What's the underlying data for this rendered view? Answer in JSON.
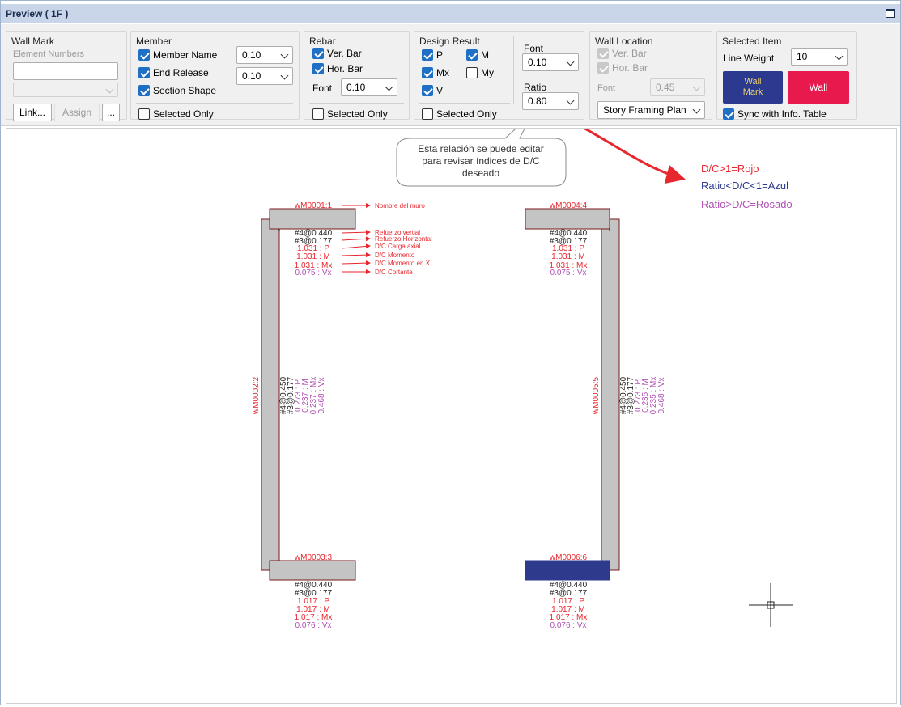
{
  "window": {
    "title": "Preview ( 1F )"
  },
  "wall_mark": {
    "label": "Wall Mark",
    "placeholder": "Element Numbers",
    "link_label": "Link...",
    "assign_label": "Assign",
    "more_label": "..."
  },
  "member": {
    "label": "Member",
    "member_name_label": "Member Name",
    "member_name_value": "0.10",
    "end_release_label": "End Release",
    "end_release_value": "0.10",
    "section_shape_label": "Section Shape",
    "selected_only_label": "Selected Only"
  },
  "rebar": {
    "label": "Rebar",
    "ver_bar_label": "Ver. Bar",
    "hor_bar_label": "Hor. Bar",
    "font_label": "Font",
    "font_value": "0.10",
    "selected_only_label": "Selected Only"
  },
  "design_result": {
    "label": "Design Result",
    "p_label": "P",
    "m_label": "M",
    "mx_label": "Mx",
    "my_label": "My",
    "v_label": "V",
    "font_label": "Font",
    "font_value": "0.10",
    "ratio_label": "Ratio",
    "ratio_value": "0.80",
    "selected_only_label": "Selected Only"
  },
  "wall_location": {
    "label": "Wall Location",
    "ver_bar_label": "Ver. Bar",
    "hor_bar_label": "Hor. Bar",
    "font_label": "Font",
    "font_value": "0.45",
    "plan_value": "Story Framing Plan"
  },
  "selected_item": {
    "label": "Selected Item",
    "line_weight_label": "Line Weight",
    "line_weight_value": "10",
    "wall_mark_button": "Wall\nMark",
    "wall_button": "Wall",
    "sync_label": "Sync with Info. Table"
  },
  "colors": {
    "red": "#e8262d",
    "blue": "#2e3a8c",
    "pink": "#b04fb4",
    "wall_mark_btn": "#2b3a8f",
    "wall_btn": "#e8194c",
    "wall_fill": "#c4c4c4",
    "selected_wall_fill": "#2e3a8c"
  },
  "callout": {
    "text_lines": [
      "Esta relación se puede editar",
      "para revisar índices de D/C",
      "deseado"
    ]
  },
  "legend": {
    "red": "D/C>1=Rojo",
    "blue": "Ratio<D/C<1=Azul",
    "pink": "Ratio>D/C=Rosado"
  },
  "annotations": {
    "name": "Nombre del muro",
    "ver": "Refuerzo vertial",
    "hor": "Refuerzo Horizontal",
    "axial": "D/C Carga axial",
    "moment": "D/C Momento",
    "moment_x": "D/C Momento en X",
    "shear": "D/C Cortante"
  },
  "walls": {
    "w1": {
      "name": "wM0001:1",
      "ver": "#4@0.440",
      "hor": "#3@0.177",
      "p": "1.031 : P",
      "m": "1.031 : M",
      "mx": "1.031 : Mx",
      "vx": "0.075 : Vx"
    },
    "w4": {
      "name": "wM0004:4",
      "ver": "#4@0.440",
      "hor": "#3@0.177",
      "p": "1.031 : P",
      "m": "1.031 : M",
      "mx": "1.031 : Mx",
      "vx": "0.075 : Vx"
    },
    "w2": {
      "name": "wM0002:2",
      "ver": "#4@0.450",
      "hor": "#3@0.177",
      "p": "0.273 : P",
      "m": "0.237 : M",
      "mx": "0.237 : Mx",
      "vx": "0.468 : Vx"
    },
    "w5": {
      "name": "wM0005:5",
      "ver": "#4@0.450",
      "hor": "#3@0.177",
      "p": "0.273 : P",
      "m": "0.235 : M",
      "mx": "0.235 : Mx",
      "vx": "0.468 : Vx"
    },
    "w3": {
      "name": "wM0003:3",
      "ver": "#4@0.440",
      "hor": "#3@0.177",
      "p": "1.017 : P",
      "m": "1.017 : M",
      "mx": "1.017 : Mx",
      "vx": "0.076 : Vx"
    },
    "w6": {
      "name": "wM0006:6",
      "ver": "#4@0.440",
      "hor": "#3@0.177",
      "p": "1.017 : P",
      "m": "1.017 : M",
      "mx": "1.017 : Mx",
      "vx": "0.076 : Vx"
    }
  }
}
